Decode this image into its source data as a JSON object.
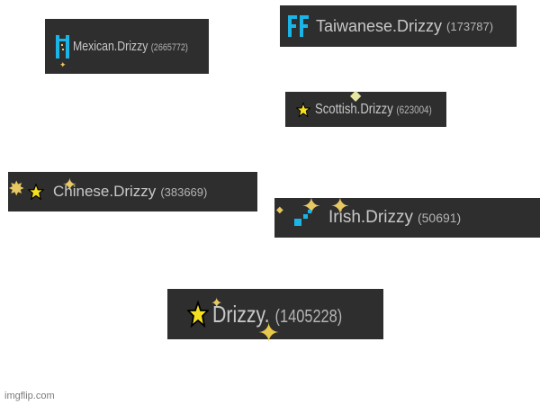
{
  "badges": [
    {
      "id": "mexican",
      "name": "Mexican.Drizzy",
      "count": "(2665772)",
      "icon": "cyan-m-icon"
    },
    {
      "id": "taiwanese",
      "name": "Taiwanese.Drizzy",
      "count": "(173787)",
      "icon": "cyan-ff-icon"
    },
    {
      "id": "scottish",
      "name": "Scottish.Drizzy",
      "count": "(623004)",
      "icon": "yellow-star-icon"
    },
    {
      "id": "chinese",
      "name": "Chinese.Drizzy",
      "count": "(383669)",
      "icon": "yellow-star-icon"
    },
    {
      "id": "irish",
      "name": "Irish.Drizzy",
      "count": "(50691)",
      "icon": "cyan-pixel-icon"
    },
    {
      "id": "drizzy",
      "name": "Drizzy.",
      "count": "(1405228)",
      "icon": "yellow-star-icon"
    }
  ],
  "colors": {
    "badge_bg": "#2e2e2e",
    "name_text": "#c8c8c8",
    "cyan": "#1ab4e6",
    "star": "#f5e020",
    "sparkle": "#e8c862"
  },
  "watermark": "imgflip.com"
}
